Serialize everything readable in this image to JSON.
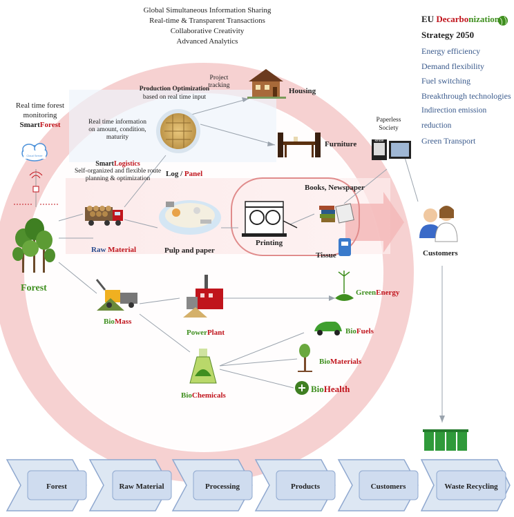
{
  "top_features": [
    "Global Simultaneous Information Sharing",
    "Real-time & Transparent Transactions",
    "Collaborative Creativity",
    "Advanced Analytics"
  ],
  "eu": {
    "title_eu": "EU ",
    "title_decarbo": "Decarbo",
    "title_nization": "nization",
    "subtitle": "Strategy 2050",
    "items": [
      "Energy efficiency",
      "Demand flexibility",
      "Fuel switching",
      "Breakthrough technologies",
      "Indirection emission reduction",
      "Green Transport"
    ]
  },
  "monitoring": {
    "line1": "Real time forest",
    "line2": "monitoring",
    "smart": "Smart",
    "forest": "Forest"
  },
  "logistics": {
    "rt_info": [
      "Real time information",
      "on amount, condition,",
      "maturity"
    ],
    "smart": "Smart",
    "logistics": "Logistics",
    "desc": [
      "Self-organized and flexible route",
      "planning & optimization"
    ]
  },
  "production": {
    "title": "Production Optimization",
    "sub": "based on real time input"
  },
  "project_tracking": [
    "Project",
    "tracking"
  ],
  "log_panel": {
    "log": "Log / ",
    "panel": "Panel"
  },
  "products": {
    "housing": "Housing",
    "furniture": "Furniture",
    "books": "Books, Newspaper",
    "printing": "Printing",
    "tissue": "Tissue",
    "pulp": "Pulp and paper"
  },
  "paperless": [
    "Paperless",
    "Society"
  ],
  "raw_material": {
    "raw": "Raw ",
    "material": "Material"
  },
  "forest_label": "Forest",
  "customers_label": "Customers",
  "biomass": {
    "bio": "Bio",
    "mass": "Mass"
  },
  "powerplant": {
    "power": "Power",
    "plant": "Plant"
  },
  "biochemicals": {
    "bio": "Bio",
    "chem": "Chemicals"
  },
  "greenenergy": {
    "green": "Green",
    "energy": "Energy"
  },
  "biofuels": {
    "bio": "Bio",
    "fuels": "Fuels"
  },
  "biomaterials": {
    "bio": "Bio",
    "materials": "Materials"
  },
  "biohealth": {
    "bio": "Bio",
    "health": "Health"
  },
  "device_labels": {
    "cloud": "Cloud Server",
    "kindle": "kindle"
  },
  "chain": [
    "Forest",
    "Raw Material",
    "Processing",
    "Products",
    "Customers",
    "Waste Recycling"
  ],
  "colors": {
    "red": "#c0141c",
    "green": "#3f8f1f",
    "ring": "#f2c6c6",
    "chevron_fill": "#cfdcef",
    "chevron_stroke": "#8fa8cf"
  }
}
